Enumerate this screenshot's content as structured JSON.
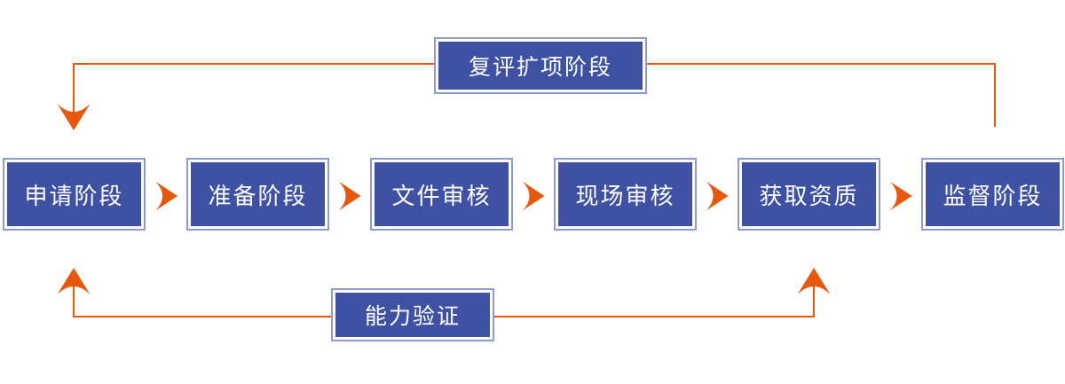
{
  "colors": {
    "background": "#FFFFFF",
    "box_fill": "#3F51A3",
    "box_border": "#FFFFFF",
    "box_outline": "#8F9CCB",
    "text": "#FFFFFF",
    "arrow": "#E8570E"
  },
  "flow": {
    "steps": [
      {
        "label": "申请阶段"
      },
      {
        "label": "准备阶段"
      },
      {
        "label": "文件审核"
      },
      {
        "label": "现场审核"
      },
      {
        "label": "获取资质"
      },
      {
        "label": "监督阶段"
      }
    ]
  },
  "loops": {
    "top": {
      "label": "复评扩项阶段"
    },
    "bottom": {
      "label": "能力验证"
    }
  }
}
